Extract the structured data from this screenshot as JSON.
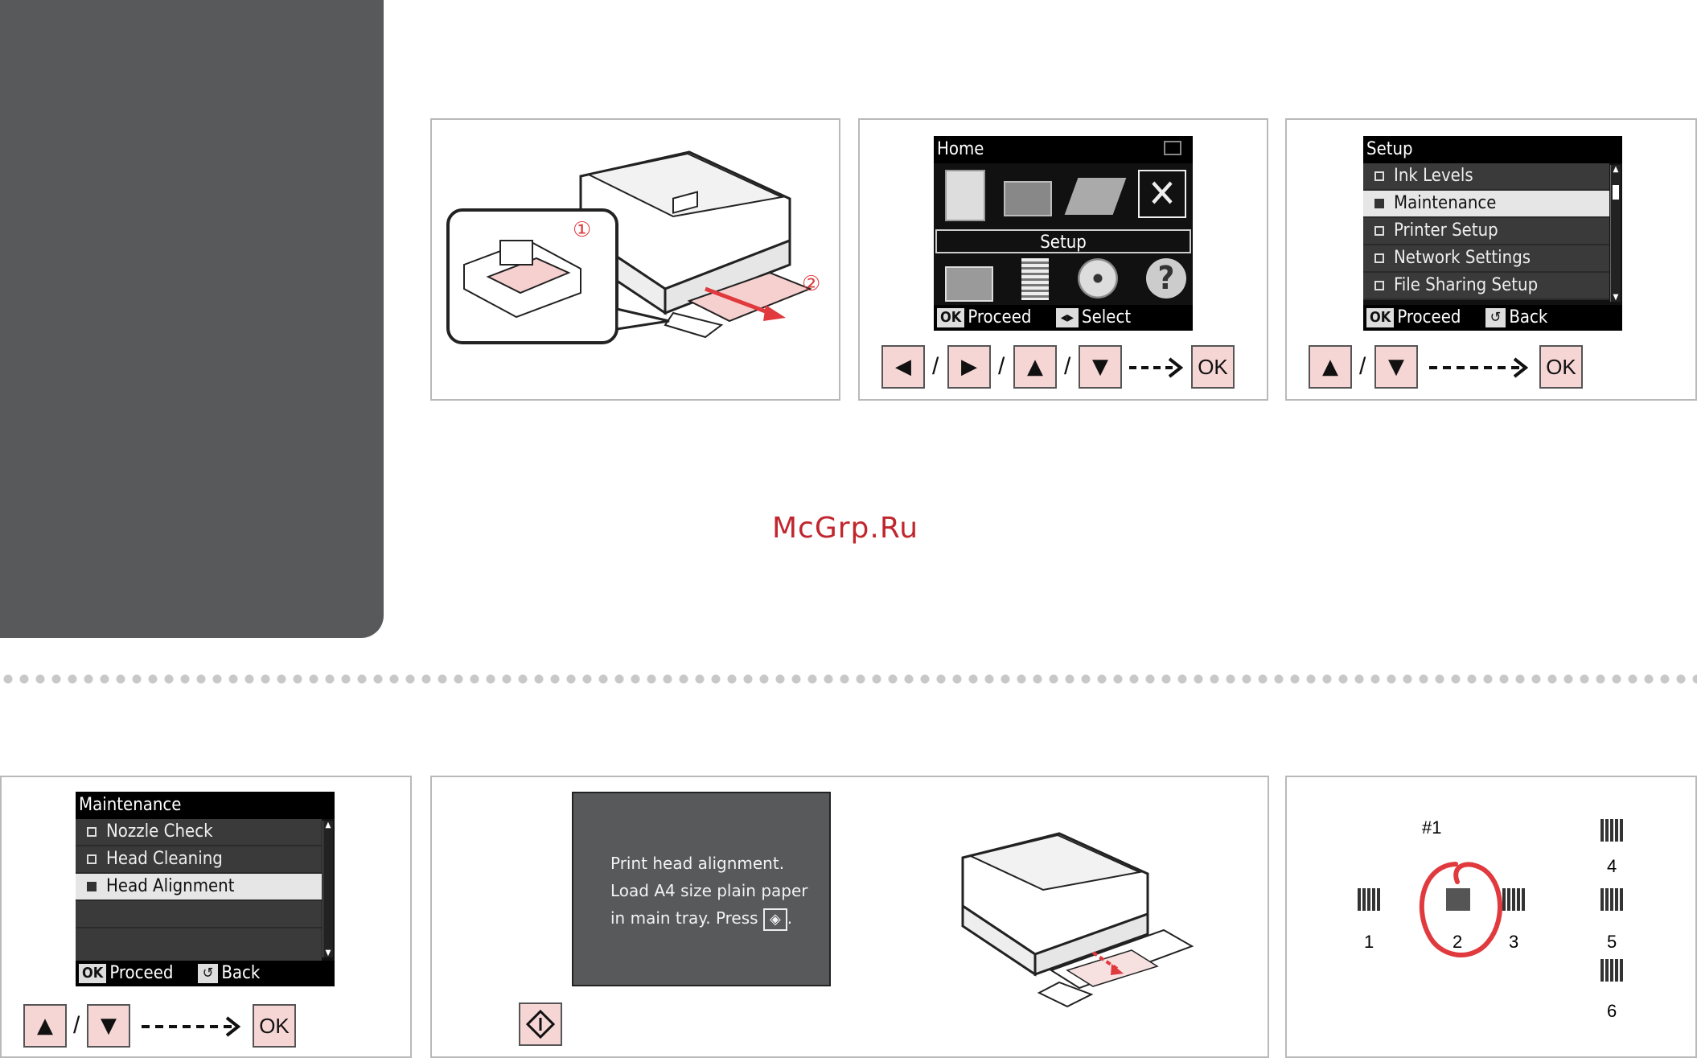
{
  "watermark": "McGrp.Ru",
  "home_screen": {
    "title": "Home",
    "selected_label": "Setup",
    "footer_proceed": "Proceed",
    "footer_select": "Select",
    "ok_chip": "OK"
  },
  "setup_screen": {
    "title": "Setup",
    "items": [
      "Ink Levels",
      "Maintenance",
      "Printer Setup",
      "Network Settings",
      "File Sharing Setup"
    ],
    "selected_index": 1,
    "footer_proceed": "Proceed",
    "footer_back": "Back",
    "ok_chip": "OK"
  },
  "maintenance_screen": {
    "title": "Maintenance",
    "items": [
      "Nozzle Check",
      "Head Cleaning",
      "Head Alignment"
    ],
    "selected_index": 2,
    "footer_proceed": "Proceed",
    "footer_back": "Back",
    "ok_chip": "OK"
  },
  "message_screen": {
    "line1": "Print head alignment.",
    "line2": "Load A4 size plain paper",
    "line3": "in main tray. Press"
  },
  "buttons": {
    "left": "◀",
    "right": "▶",
    "up": "▲",
    "down": "▼",
    "ok": "OK",
    "slash": "/"
  },
  "tray_step_labels": [
    "①",
    "②"
  ],
  "alignment_pattern": {
    "set_label": "#1",
    "numbers": [
      "1",
      "2",
      "3",
      "4",
      "5",
      "6"
    ],
    "circled": "2"
  },
  "colors": {
    "button_fill": "#f6d5d5",
    "accent_red": "#e03a3e",
    "side_tab": "#58595b"
  }
}
